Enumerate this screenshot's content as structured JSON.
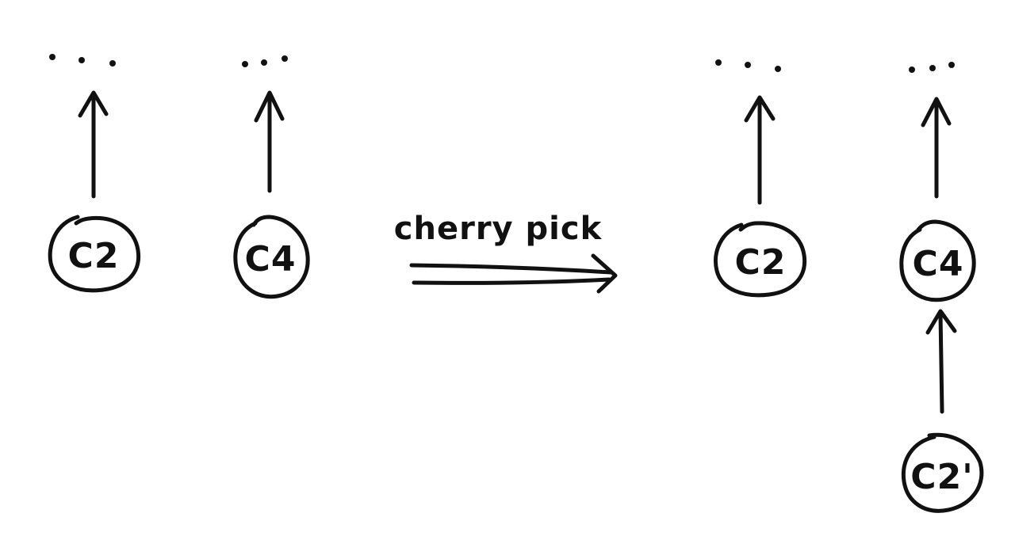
{
  "before": {
    "left_column": {
      "node_label": "C2"
    },
    "right_column": {
      "node_label": "C4"
    }
  },
  "action": {
    "label": "cherry pick"
  },
  "after": {
    "left_column": {
      "node_label": "C2"
    },
    "right_column": {
      "node_label": "C4",
      "child_node_label": "C2'"
    }
  },
  "colors": {
    "ink": "#111111",
    "background": "#ffffff"
  }
}
